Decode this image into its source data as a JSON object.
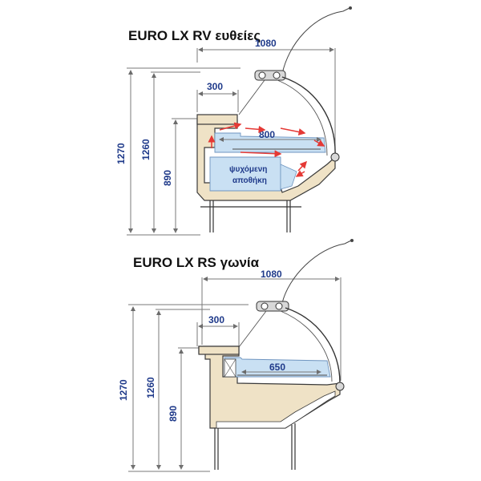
{
  "top_diagram": {
    "title": "EURO LX RV ευθείες",
    "dims": {
      "width_total": "1080",
      "width_shelf": "300",
      "width_tray": "800",
      "height_total": "1270",
      "height_mid": "1260",
      "height_counter": "890"
    },
    "storage_label_line1": "ψυχόμενη",
    "storage_label_line2": "αποθήκη"
  },
  "bottom_diagram": {
    "title": "EURO LX RS γωνία",
    "dims": {
      "width_total": "1080",
      "width_shelf": "300",
      "width_tray": "650",
      "height_total": "1270",
      "height_mid": "1260",
      "height_counter": "890"
    }
  },
  "colors": {
    "frame_fill": "#efe2c6",
    "tray_fill": "#c9e0f3",
    "dimension_text": "#1f3a8a",
    "airflow_arrows": "#e53935"
  }
}
